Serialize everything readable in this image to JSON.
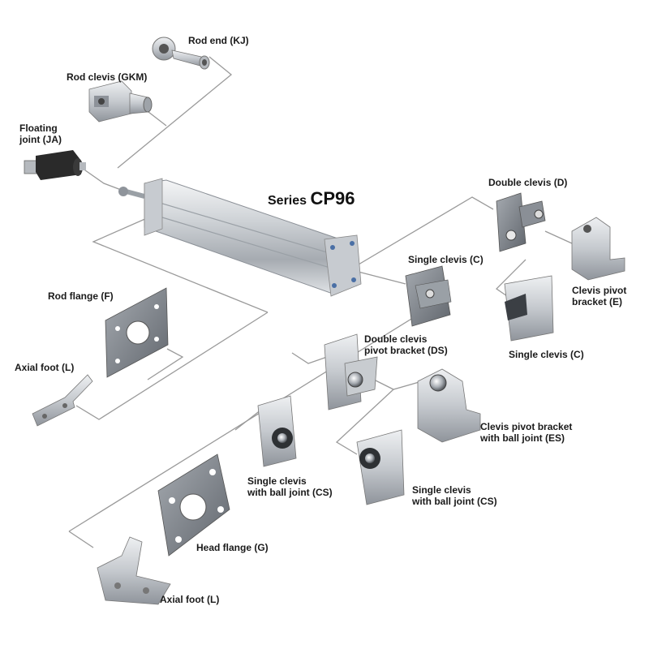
{
  "title": {
    "prefix": "Series",
    "model": "CP96"
  },
  "labels": {
    "rod_end": "Rod end (KJ)",
    "rod_clevis": "Rod clevis (GKM)",
    "floating_joint_line1": "Floating",
    "floating_joint_line2": "joint (JA)",
    "double_clevis": "Double clevis (D)",
    "single_clevis_center": "Single clevis (C)",
    "clevis_pivot_bracket_line1": "Clevis pivot",
    "clevis_pivot_bracket_line2": "bracket (E)",
    "single_clevis_right": "Single clevis (C)",
    "rod_flange": "Rod flange (F)",
    "axial_foot_top": "Axial foot (L)",
    "double_clevis_pivot_line1": "Double clevis",
    "double_clevis_pivot_line2": "pivot bracket (DS)",
    "clevis_pivot_ball_line1": "Clevis pivot bracket",
    "clevis_pivot_ball_line2": "with ball joint (ES)",
    "single_clevis_ball_left_line1": "Single clevis",
    "single_clevis_ball_left_line2": "with ball joint (CS)",
    "single_clevis_ball_right_line1": "Single clevis",
    "single_clevis_ball_right_line2": "with ball joint (CS)",
    "head_flange": "Head flange (G)",
    "axial_foot_bottom": "Axial foot (L)"
  },
  "colors": {
    "line": "#9a9a9a",
    "metal": "#c9ccd0",
    "metal_dark": "#8d9299",
    "cast_gray": "#7b8088",
    "black_part": "#222222"
  }
}
